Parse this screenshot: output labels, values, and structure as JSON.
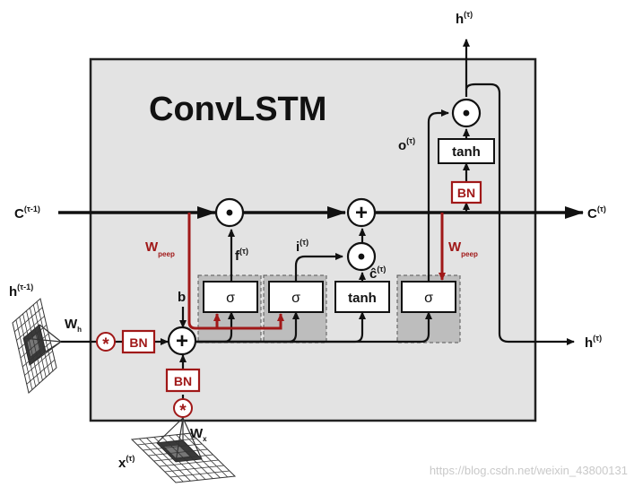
{
  "title": "ConvLSTM",
  "gates": {
    "forget": "σ",
    "input": "σ",
    "candidate": "tanh",
    "output": "σ",
    "output_tanh": "tanh"
  },
  "batch_norm": "BN",
  "ops": {
    "multiply": "•",
    "add": "+",
    "convolution": "*"
  },
  "labels": {
    "c_prev": "C",
    "c_prev_sup": "(τ-1)",
    "c_out": "C",
    "c_out_sup": "(τ)",
    "h_top": "h",
    "h_top_sup": "(τ)",
    "h_right": "h",
    "h_right_sup": "(τ)",
    "h_prev": "h",
    "h_prev_sup": "(τ-1)",
    "x_in": "x",
    "x_in_sup": "(τ)",
    "wh": "W",
    "wh_sub": "h",
    "wx": "W",
    "wx_sub": "x",
    "bias": "b",
    "f": "f",
    "f_sup": "(τ)",
    "i": "i",
    "i_sup": "(τ)",
    "o": "o",
    "o_sup": "(τ)",
    "c_hat": "ĉ",
    "c_hat_sup": "(τ)",
    "wpeep_left": "W",
    "wpeep_left_sub": "peep",
    "wpeep_right": "W",
    "wpeep_right_sub": "peep"
  },
  "watermark": "https://blog.csdn.net/weixin_43800131",
  "colors": {
    "peephole": "#a01818",
    "frame_fill": "#e3e3e3",
    "gate_fill": "#bdbdbd"
  }
}
